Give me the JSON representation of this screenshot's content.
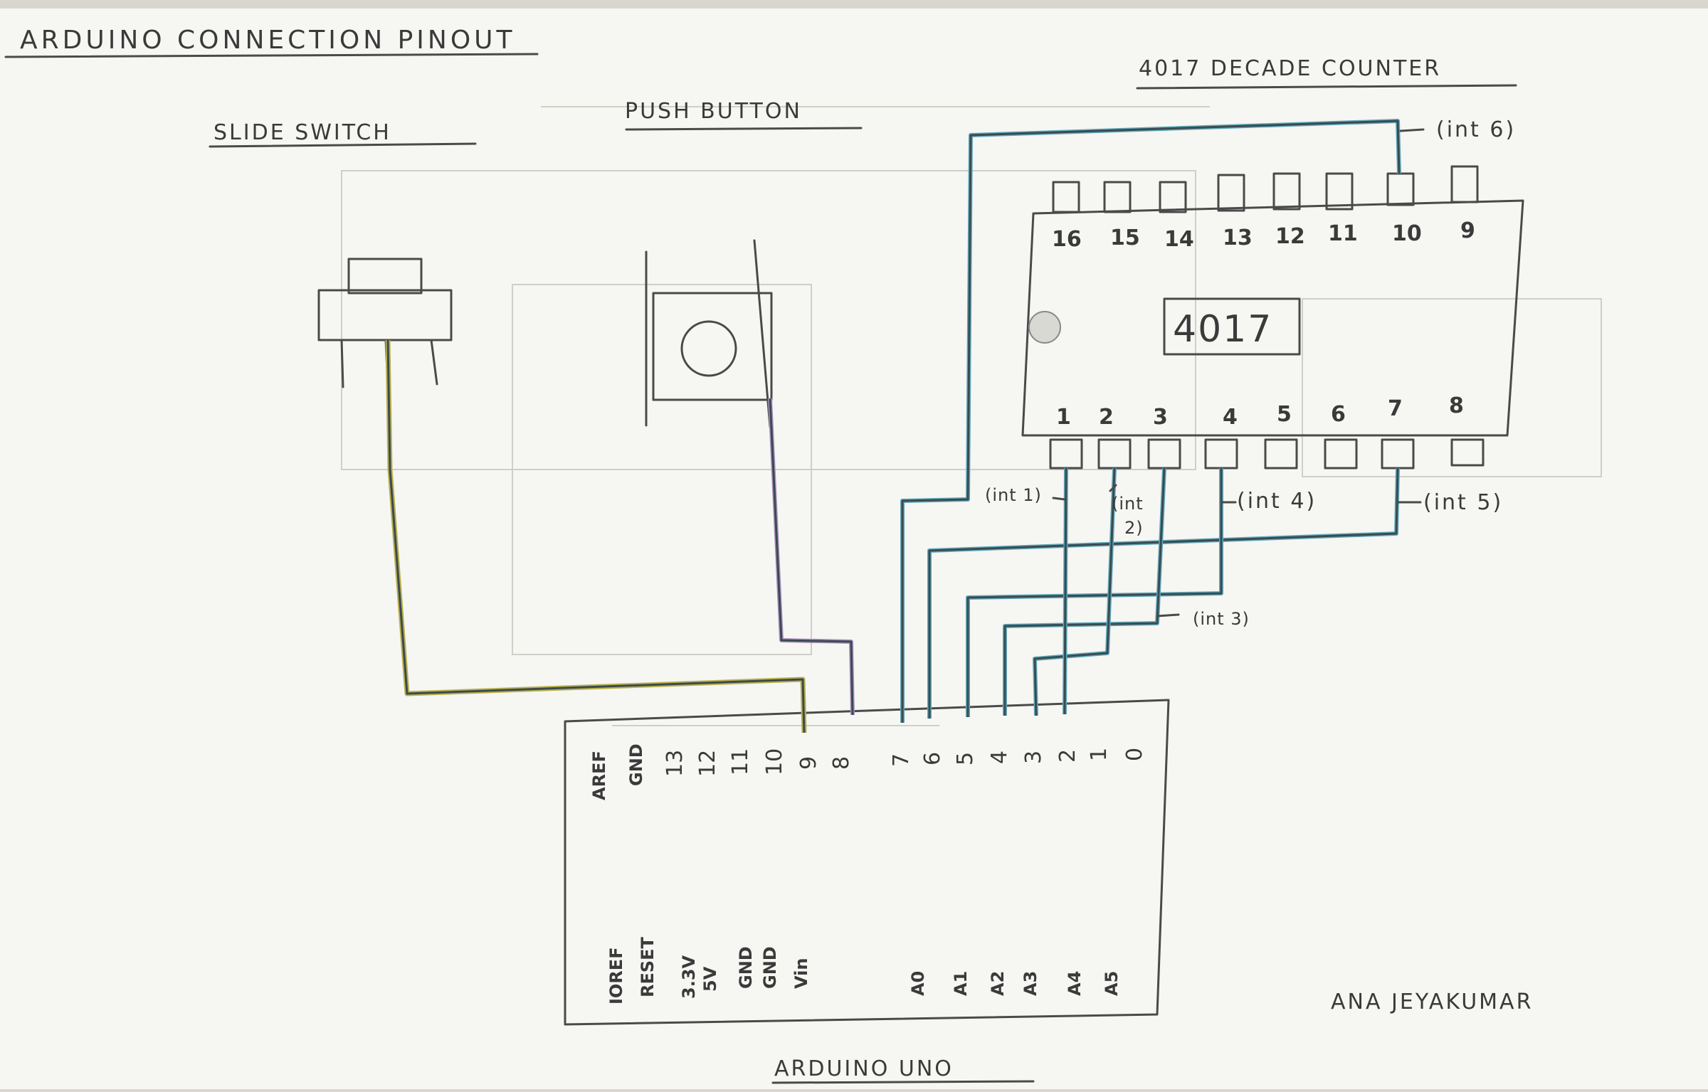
{
  "diagram": {
    "title": "ARDUINO CONNECTION PINOUT",
    "author": "ANA JEYAKUMAR",
    "colors": {
      "paper": "#f6f6f3",
      "pencil": "#4a4a4a",
      "blue_wire": "#5ea9bb",
      "yellow_wire": "#b9b04a",
      "purple_wire": "#a98fbf"
    },
    "slide_switch": {
      "label": "SLIDE SWITCH"
    },
    "push_button": {
      "label": "PUSH BUTTON"
    },
    "decade_counter": {
      "label": "4017 DECADE COUNTER",
      "chip_label": "4017",
      "top_pins": [
        "16",
        "15",
        "14",
        "13",
        "12",
        "11",
        "10",
        "9"
      ],
      "bottom_pins": [
        "1",
        "2",
        "3",
        "4",
        "5",
        "6",
        "7",
        "8"
      ],
      "annotations": {
        "int6": "(int 6)",
        "int1": "(int 1)",
        "int2a": "(int",
        "int2b": "2)",
        "int4": "(int 4)",
        "int5": "(int 5)",
        "int3": "(int 3)"
      }
    },
    "arduino": {
      "label": "ARDUINO UNO",
      "digital_labels": [
        "AREF",
        "GND"
      ],
      "digital_pins": [
        "13",
        "12",
        "11",
        "10",
        "9",
        "8",
        "7",
        "6",
        "5",
        "4",
        "3",
        "2",
        "1",
        "0"
      ],
      "power_labels": [
        "IOREF",
        "RESET",
        "3.3V",
        "5V",
        "GND",
        "GND",
        "Vin"
      ],
      "analog_labels": [
        "A0",
        "A1",
        "A2",
        "A3",
        "A4",
        "A5"
      ]
    }
  }
}
